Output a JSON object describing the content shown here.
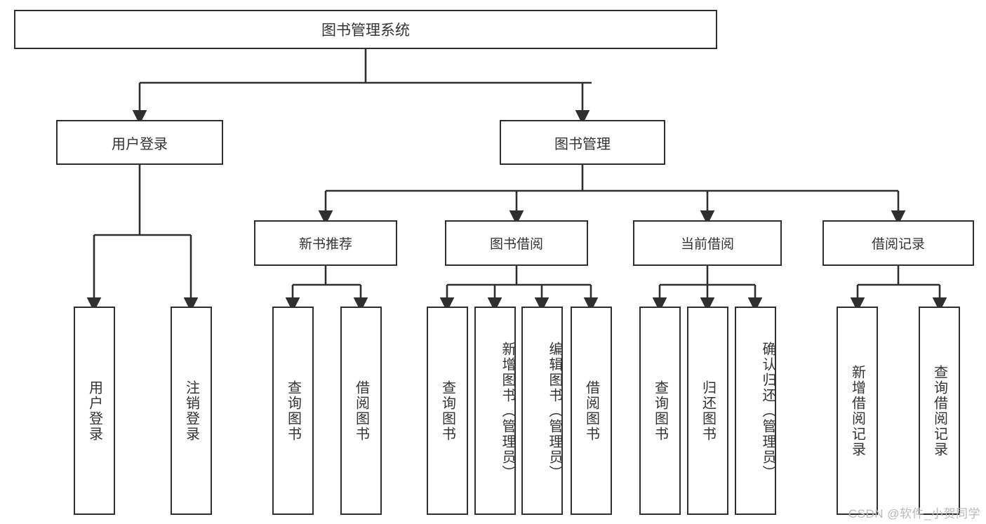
{
  "diagram": {
    "title": "图书管理系统",
    "type": "tree",
    "root": {
      "label": "图书管理系统"
    },
    "level1": [
      {
        "label": "用户登录"
      },
      {
        "label": "图书管理"
      }
    ],
    "level2": [
      {
        "label": "新书推荐",
        "parent": "图书管理"
      },
      {
        "label": "图书借阅",
        "parent": "图书管理"
      },
      {
        "label": "当前借阅",
        "parent": "图书管理"
      },
      {
        "label": "借阅记录",
        "parent": "图书管理"
      }
    ],
    "leaves": {
      "user_login": [
        {
          "label": "用户登录"
        },
        {
          "label": "注销登录"
        }
      ],
      "new_book_recommend": [
        {
          "label": "查询图书"
        },
        {
          "label": "借阅图书"
        }
      ],
      "book_borrow": [
        {
          "label": "查询图书"
        },
        {
          "label": "新增图书（管理员）"
        },
        {
          "label": "编辑图书（管理员）"
        },
        {
          "label": "借阅图书"
        }
      ],
      "current_borrow": [
        {
          "label": "查询图书"
        },
        {
          "label": "归还图书"
        },
        {
          "label": "确认归还（管理员）"
        }
      ],
      "borrow_record": [
        {
          "label": "新增借阅记录"
        },
        {
          "label": "查询借阅记录"
        }
      ]
    }
  },
  "watermark": {
    "text": "CSDN @软件_小贺同学"
  },
  "colors": {
    "stroke": "#2f2f2f",
    "text": "#333333",
    "background": "#ffffff",
    "watermark": "#b9b9b9"
  }
}
